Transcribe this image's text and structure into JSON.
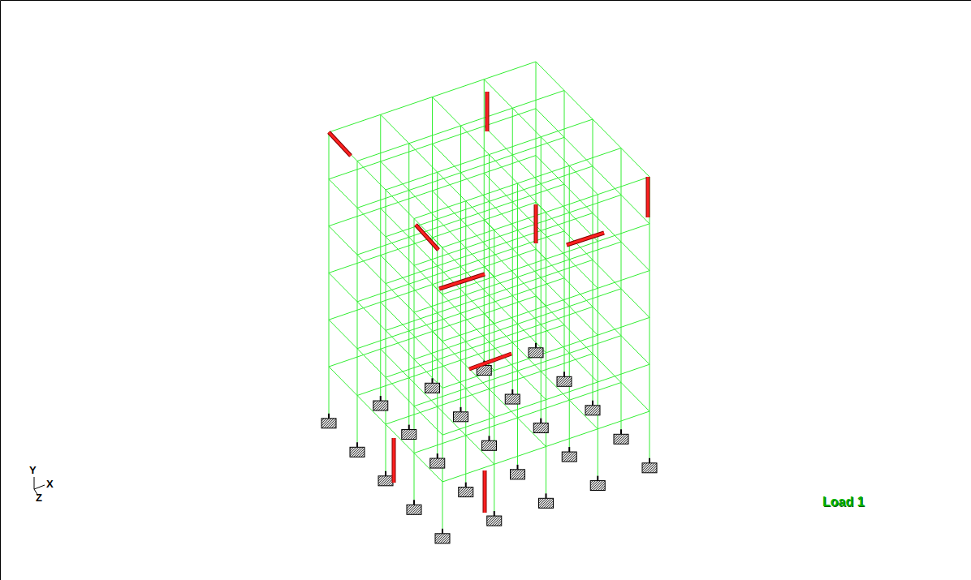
{
  "diagram": {
    "labels": [
      "Load 1",
      "Y",
      "X",
      "Z"
    ]
  }
}
